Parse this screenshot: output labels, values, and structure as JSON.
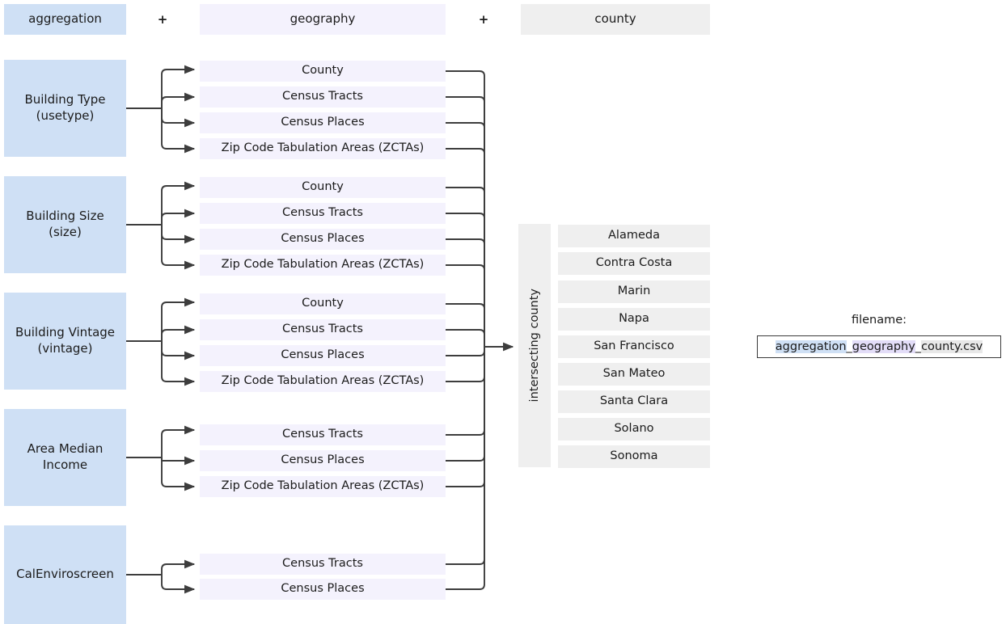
{
  "header": {
    "columns": [
      {
        "label": "aggregation",
        "color": "#cfe0f5"
      },
      {
        "label": "geography",
        "color": "#f4f2fd"
      },
      {
        "label": "county",
        "color": "#efefef"
      }
    ],
    "separator": "+"
  },
  "aggregations": [
    {
      "name": "Building Type",
      "code": "(usetype)"
    },
    {
      "name": "Building Size",
      "code": "(size)"
    },
    {
      "name": "Building Vintage",
      "code": "(vintage)"
    },
    {
      "name": "Area Median Income",
      "code": ""
    },
    {
      "name": "CalEnviroscreen",
      "code": ""
    }
  ],
  "geographies": {
    "building_type": [
      "County",
      "Census Tracts",
      "Census Places",
      "Zip Code Tabulation Areas (ZCTAs)"
    ],
    "building_size": [
      "County",
      "Census Tracts",
      "Census Places",
      "Zip Code Tabulation Areas (ZCTAs)"
    ],
    "building_vintage": [
      "County",
      "Census Tracts",
      "Census Places",
      "Zip Code Tabulation Areas (ZCTAs)"
    ],
    "area_median_income": [
      "Census Tracts",
      "Census Places",
      "Zip Code Tabulation Areas (ZCTAs)"
    ],
    "calenviroscreen": [
      "Census Tracts",
      "Census Places"
    ]
  },
  "intersecting": {
    "label": "intersecting county"
  },
  "counties": [
    "Alameda",
    "Contra Costa",
    "Marin",
    "Napa",
    "San Francisco",
    "San Mateo",
    "Santa Clara",
    "Solano",
    "Sonoma"
  ],
  "filename": {
    "label": "filename:",
    "segments": [
      {
        "text": "aggregation",
        "highlight": "#cfe0f5"
      },
      {
        "text": "_",
        "highlight": "none"
      },
      {
        "text": "geography",
        "highlight": "#e3ddf8"
      },
      {
        "text": "_",
        "highlight": "none"
      },
      {
        "text": "county.csv",
        "highlight": "#e8e8e8"
      }
    ],
    "full": "aggregation_geography_county.csv"
  },
  "colors": {
    "aggregation": "#cfe0f5",
    "geography": "#f4f2fd",
    "county": "#efefef",
    "wire": "#3d3d3d",
    "text": "#1b1b1b"
  }
}
